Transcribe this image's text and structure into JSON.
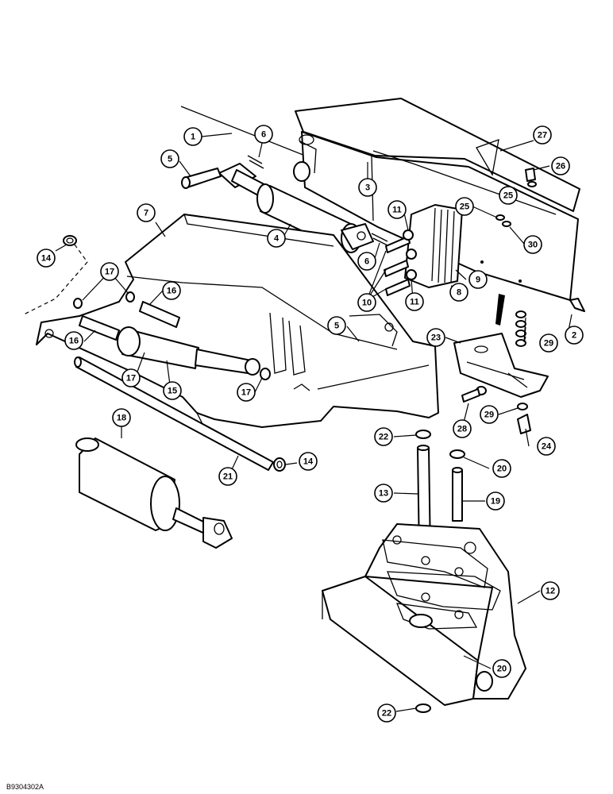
{
  "figure_reference": "B9304302A",
  "callouts": [
    {
      "label": "1"
    },
    {
      "label": "2"
    },
    {
      "label": "3"
    },
    {
      "label": "4"
    },
    {
      "label": "5"
    },
    {
      "label": "5"
    },
    {
      "label": "6"
    },
    {
      "label": "6"
    },
    {
      "label": "7"
    },
    {
      "label": "8"
    },
    {
      "label": "9"
    },
    {
      "label": "10"
    },
    {
      "label": "11"
    },
    {
      "label": "11"
    },
    {
      "label": "12"
    },
    {
      "label": "13"
    },
    {
      "label": "14"
    },
    {
      "label": "14"
    },
    {
      "label": "15"
    },
    {
      "label": "16"
    },
    {
      "label": "16"
    },
    {
      "label": "17"
    },
    {
      "label": "17"
    },
    {
      "label": "17"
    },
    {
      "label": "18"
    },
    {
      "label": "19"
    },
    {
      "label": "20"
    },
    {
      "label": "20"
    },
    {
      "label": "21"
    },
    {
      "label": "22"
    },
    {
      "label": "22"
    },
    {
      "label": "23"
    },
    {
      "label": "24"
    },
    {
      "label": "25"
    },
    {
      "label": "25"
    },
    {
      "label": "26"
    },
    {
      "label": "27"
    },
    {
      "label": "28"
    },
    {
      "label": "29"
    },
    {
      "label": "29"
    },
    {
      "label": "30"
    }
  ]
}
